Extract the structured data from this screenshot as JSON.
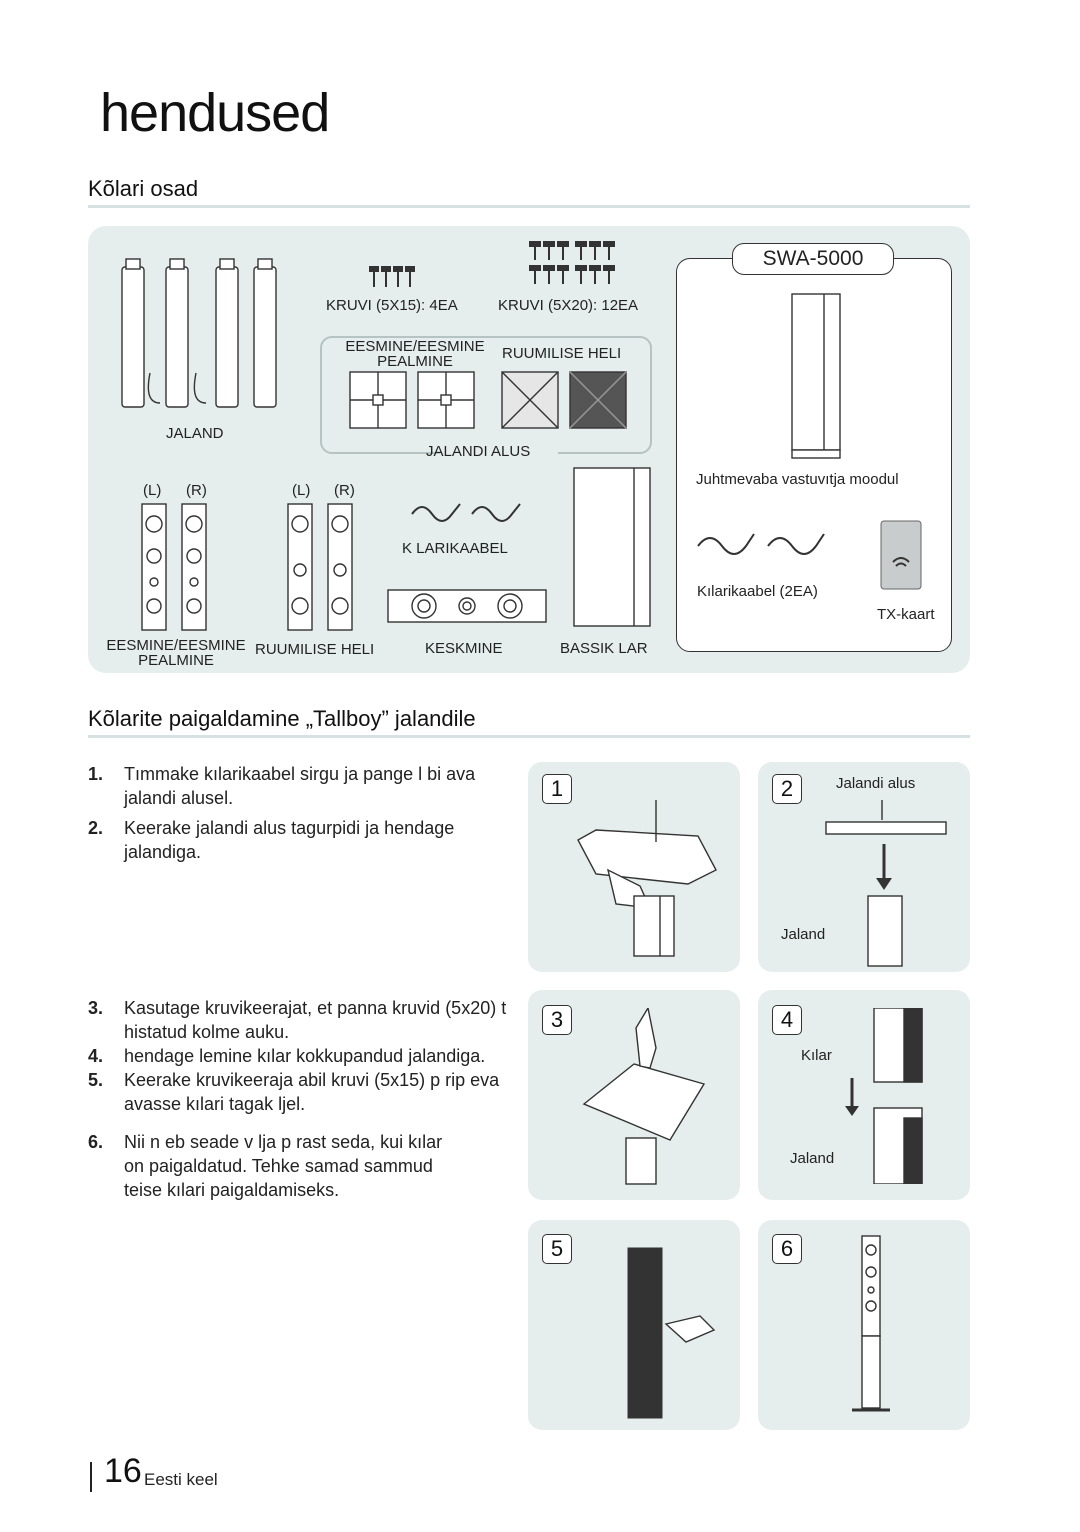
{
  "page": {
    "title": "hendused",
    "section1_title": "Kõlari osad",
    "section2_title": "Kõlarite paigaldamine „Tallboy” jalandile",
    "page_number": "16",
    "language": "Eesti keel"
  },
  "parts": {
    "stand_label": "JALAND",
    "screw_5x15": "KRUVI (5X15): 4EA",
    "screw_5x20": "KRUVI (5X20): 12EA",
    "front_label": "EESMINE/EESMINE PEALMINE",
    "surround_label": "RUUMILISE HELI",
    "stand_base_label": "JALANDI ALUS",
    "lr_left_1": "(L)",
    "lr_right_1": "(R)",
    "lr_left_2": "(L)",
    "lr_right_2": "(R)",
    "speaker_cable_label": "K LARIKAABEL",
    "bottom_front_label": "EESMINE/EESMINE PEALMINE",
    "bottom_surround_label": "RUUMILISE HELI",
    "center_label": "KESKMINE",
    "subwoofer_label": "BASSIK LAR",
    "swa_model": "SWA-5000",
    "wireless_module_label": "Juhtmevaba vastuvıtja moodul",
    "swa_cable_label": "Kılarikaabel (2EA)",
    "tx_card_label": "TX-kaart"
  },
  "instructions": [
    {
      "num": "1.",
      "text": "Tımmake kılarikaabel sirgu ja pange l bi ava jalandi alusel."
    },
    {
      "num": "2.",
      "text": "Keerake jalandi alus tagurpidi ja  hendage jalandiga."
    },
    {
      "num": "3.",
      "text": "Kasutage kruvikeerajat, et panna kruvid (5x20) t histatud kolme auku."
    },
    {
      "num": "4.",
      "text": " hendage  lemine kılar kokkupandud jalandiga."
    },
    {
      "num": "5.",
      "text": "Keerake kruvikeeraja abil kruvi (5x15) p rip eva avasse kılari tagak ljel."
    },
    {
      "num": "6.",
      "text": "Nii n eb seade v lja p rast seda, kui kılar on paigaldatud. Tehke samad sammud teise kılari paigaldamiseks."
    }
  ],
  "figures": {
    "step1": "1",
    "step2": "2",
    "step3": "3",
    "step4": "4",
    "step5": "5",
    "step6": "6",
    "fig2_base_label": "Jalandi alus",
    "fig2_stand_label": "Jaland",
    "fig4_speaker_label": "Kılar",
    "fig4_stand_label": "Jaland"
  }
}
